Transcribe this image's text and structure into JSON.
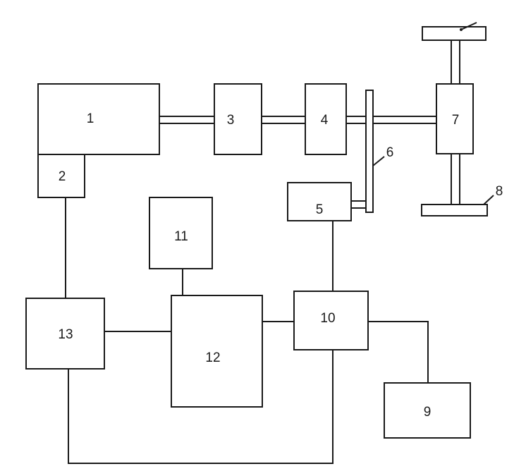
{
  "diagram": {
    "blocks": {
      "b1": "1",
      "b2": "2",
      "b3": "3",
      "b4": "4",
      "b5": "5",
      "b6": "6",
      "b7": "7",
      "b8": "8",
      "b9": "9",
      "b10": "10",
      "b11": "11",
      "b12": "12",
      "b13": "13"
    }
  }
}
